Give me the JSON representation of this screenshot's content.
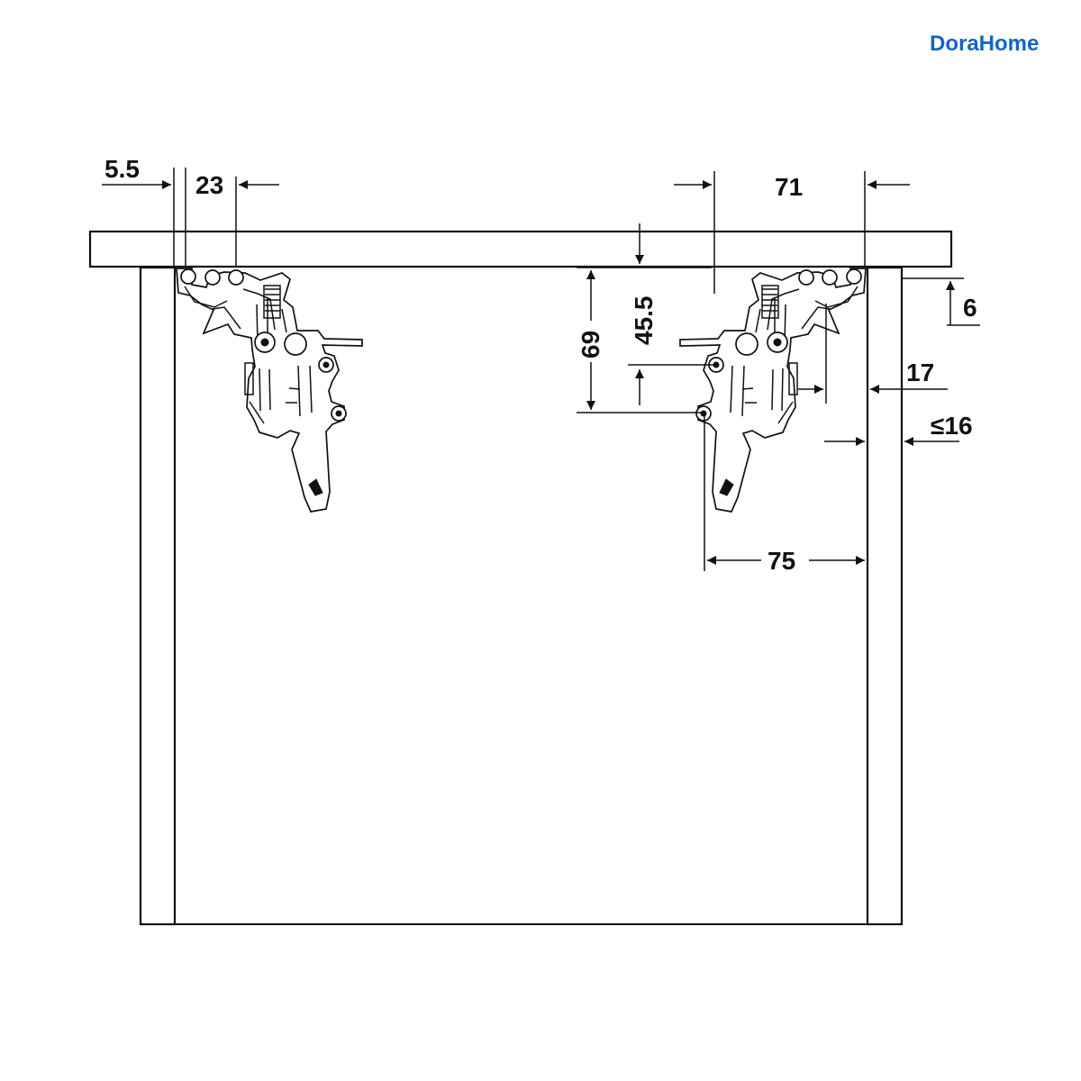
{
  "logo": {
    "text": "DoraHome"
  },
  "dimensions": {
    "d_5_5": "5.5",
    "d_23": "23",
    "d_71": "71",
    "d_69": "69",
    "d_45_5": "45.5",
    "d_6": "6",
    "d_17": "17",
    "d_le16": "≤16",
    "d_75": "75"
  },
  "colors": {
    "line": "#111111",
    "logo": "#1565c0",
    "background": "#ffffff"
  }
}
